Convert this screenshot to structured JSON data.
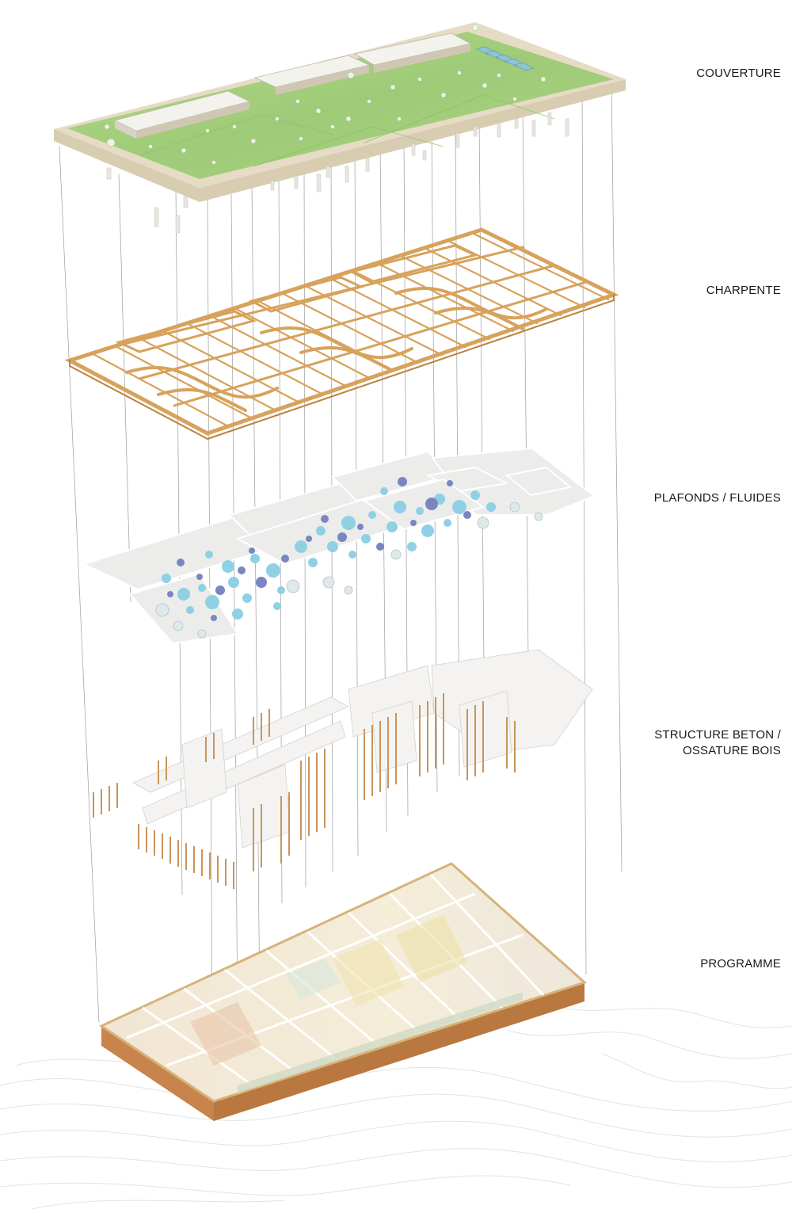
{
  "layers": [
    {
      "id": "couverture",
      "lines": [
        "COUVERTURE"
      ]
    },
    {
      "id": "charpente",
      "lines": [
        "CHARPENTE"
      ]
    },
    {
      "id": "plafonds",
      "lines": [
        "PLAFONDS / FLUIDES"
      ]
    },
    {
      "id": "structure",
      "lines": [
        "STRUCTURE BETON /",
        "OSSATURE BOIS"
      ]
    },
    {
      "id": "programme",
      "lines": [
        "PROGRAMME"
      ]
    }
  ],
  "colors": {
    "roof_green": "#a6d07e",
    "roof_edge": "#e6dcc5",
    "timber": "#d9a55e",
    "ceiling_panel": "#ececec",
    "circle_light": "#8fd0e4",
    "circle_dark": "#7b86c0",
    "wall_white": "#f2f1ee",
    "wood_slat": "#c9955a",
    "programme_warm": "#efe2c8",
    "contour": "#e4e4e4",
    "guide_line": "#9a9a9a"
  }
}
